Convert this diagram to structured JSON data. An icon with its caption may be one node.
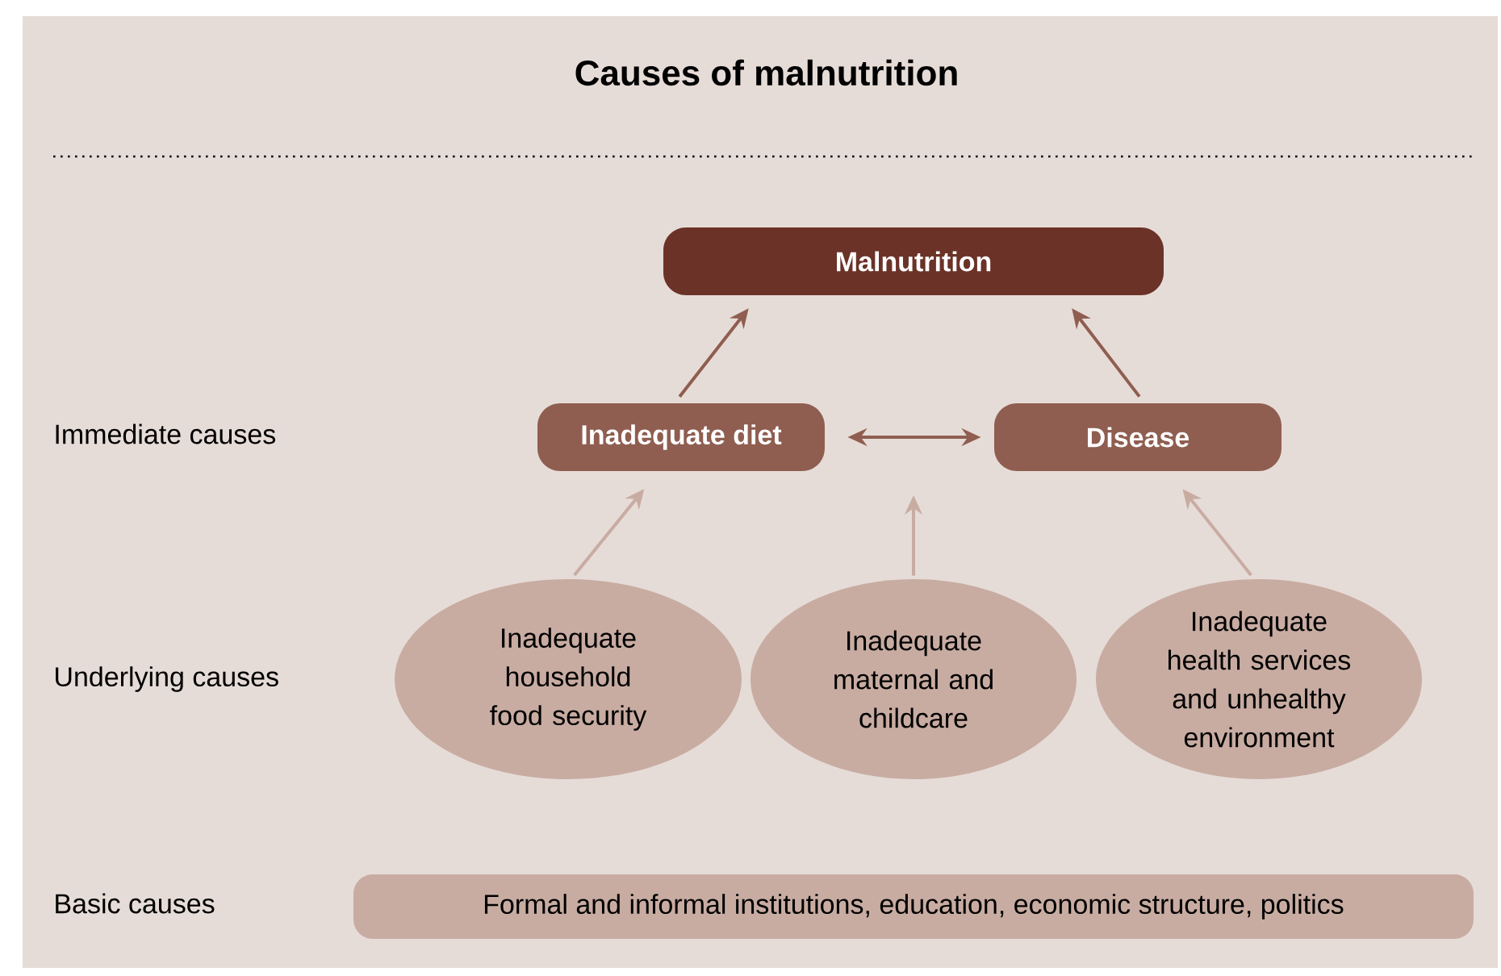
{
  "diagram": {
    "title": "Causes of malnutrition",
    "nodes": [
      {
        "text": [
          "Malnutrition"
        ]
      },
      {
        "text": [
          "Inadequate diet"
        ]
      },
      {
        "text": [
          "Disease"
        ]
      },
      {
        "text": [
          "Inadequate household food security"
        ]
      },
      {
        "text": [
          "Inadequate maternal and childcare"
        ]
      },
      {
        "text": [
          "Inadequate health services and unhealthy environment"
        ]
      },
      {
        "text": [
          "Formal and informal institutions, education, economic structure, politics"
        ]
      }
    ],
    "edges": [
      {
        "from": 1,
        "to": 0,
        "arrow": "to"
      },
      {
        "from": 2,
        "to": 0,
        "arrow": "to"
      },
      {
        "from": 1,
        "to": 2,
        "arrow": "both"
      },
      {
        "from": 3,
        "to": 1,
        "arrow": "to",
        "color": "#c8aca2"
      },
      {
        "from": 4,
        "to": null,
        "arrow": "to",
        "color": "#c8aca2"
      },
      {
        "from": 5,
        "to": 2,
        "arrow": "to",
        "color": "#c8aca2"
      }
    ],
    "labels": [
      "Immediate causes",
      "Underlying causes",
      "Basic causes"
    ]
  }
}
